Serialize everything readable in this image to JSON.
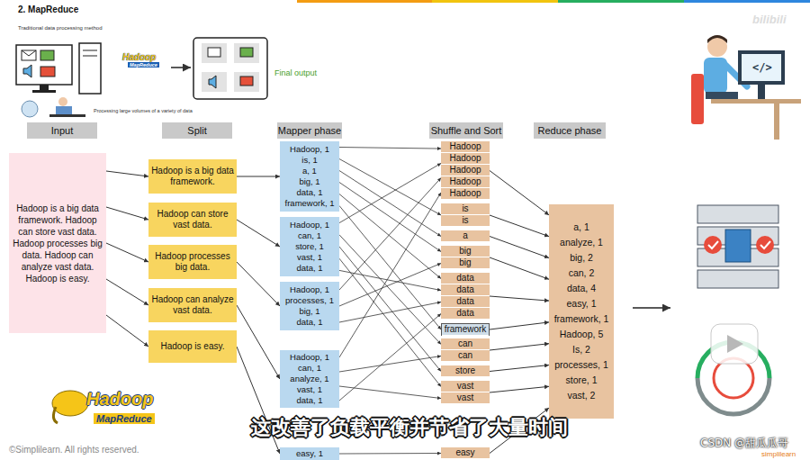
{
  "diagram": {
    "title": "2. MapReduce",
    "caption": "这改善了负载平衡并节省了大量时间",
    "nodes": [
      {
        "text": [
          "Input"
        ]
      },
      {
        "text": [
          "Split"
        ]
      },
      {
        "text": [
          "Mapper phase"
        ]
      },
      {
        "text": [
          "Shuffle and Sort"
        ]
      },
      {
        "text": [
          "Reduce phase"
        ]
      },
      {
        "text": [
          "Hadoop is a big data framework. Hadoop can store vast data. Hadoop processes big data. Hadoop can analyze vast data. Hadoop is easy."
        ]
      },
      {
        "text": [
          "Hadoop is a big data framework."
        ]
      },
      {
        "text": [
          "Hadoop can store vast data."
        ]
      },
      {
        "text": [
          "Hadoop processes big data."
        ]
      },
      {
        "text": [
          "Hadoop can analyze vast data."
        ]
      },
      {
        "text": [
          "Hadoop is easy."
        ]
      },
      {
        "text": [
          "Hadoop, 1",
          "is, 1",
          "a, 1",
          "big, 1",
          "data, 1",
          "framework, 1"
        ]
      },
      {
        "text": [
          "Hadoop, 1",
          "can, 1",
          "store, 1",
          "vast, 1",
          "data, 1"
        ]
      },
      {
        "text": [
          "Hadoop, 1",
          "processes, 1",
          "big, 1",
          "data, 1"
        ]
      },
      {
        "text": [
          "Hadoop, 1",
          "can, 1",
          "analyze, 1",
          "vast, 1",
          "data, 1"
        ]
      },
      {
        "text": [
          "easy, 1"
        ]
      },
      {
        "text": [
          "Hadoop",
          "Hadoop",
          "Hadoop",
          "Hadoop",
          "Hadoop"
        ]
      },
      {
        "text": [
          "is",
          "is"
        ]
      },
      {
        "text": [
          "a"
        ]
      },
      {
        "text": [
          "big",
          "big"
        ]
      },
      {
        "text": [
          "data",
          "data",
          "data",
          "data"
        ]
      },
      {
        "text": [
          "framework"
        ]
      },
      {
        "text": [
          "can",
          "can"
        ]
      },
      {
        "text": [
          "store"
        ]
      },
      {
        "text": [
          "vast",
          "vast"
        ]
      },
      {
        "text": [
          "easy"
        ]
      },
      {
        "text": [
          "a, 1",
          "analyze, 1",
          "big, 2",
          "can, 2",
          "data, 4",
          "easy, 1",
          "framework, 1",
          "Hadoop, 5",
          "Is, 2",
          "processes, 1",
          "store, 1",
          "vast, 2"
        ]
      }
    ],
    "edges": [
      {
        "from": 5,
        "to": 6,
        "arrow": "to"
      },
      {
        "from": 5,
        "to": 7,
        "arrow": "to"
      },
      {
        "from": 5,
        "to": 8,
        "arrow": "to"
      },
      {
        "from": 5,
        "to": 9,
        "arrow": "to"
      },
      {
        "from": 5,
        "to": 10,
        "arrow": "to"
      },
      {
        "from": 6,
        "to": 11,
        "arrow": "to"
      },
      {
        "from": 7,
        "to": 12,
        "arrow": "to"
      },
      {
        "from": 8,
        "to": 13,
        "arrow": "to"
      },
      {
        "from": 9,
        "to": 14,
        "arrow": "to"
      },
      {
        "from": 10,
        "to": 15,
        "arrow": "to"
      },
      {
        "from": 11,
        "to": 16,
        "arrow": "to"
      },
      {
        "from": 11,
        "to": 17,
        "arrow": "to"
      },
      {
        "from": 11,
        "to": 18,
        "arrow": "to"
      },
      {
        "from": 11,
        "to": 19,
        "arrow": "to"
      },
      {
        "from": 11,
        "to": 20,
        "arrow": "to"
      },
      {
        "from": 11,
        "to": 21,
        "arrow": "to"
      },
      {
        "from": 12,
        "to": 16,
        "arrow": "to"
      },
      {
        "from": 12,
        "to": 22,
        "arrow": "to"
      },
      {
        "from": 12,
        "to": 23,
        "arrow": "to"
      },
      {
        "from": 12,
        "to": 24,
        "arrow": "to"
      },
      {
        "from": 12,
        "to": 20,
        "arrow": "to"
      },
      {
        "from": 13,
        "to": 16,
        "arrow": "to"
      },
      {
        "from": 13,
        "to": 19,
        "arrow": "to"
      },
      {
        "from": 13,
        "to": 20,
        "arrow": "to"
      },
      {
        "from": 14,
        "to": 16,
        "arrow": "to"
      },
      {
        "from": 14,
        "to": 22,
        "arrow": "to"
      },
      {
        "from": 14,
        "to": 24,
        "arrow": "to"
      },
      {
        "from": 14,
        "to": 20,
        "arrow": "to"
      },
      {
        "from": 15,
        "to": 25,
        "arrow": "to"
      },
      {
        "from": 16,
        "to": 26,
        "arrow": "to"
      },
      {
        "from": 17,
        "to": 26,
        "arrow": "to"
      },
      {
        "from": 18,
        "to": 26,
        "arrow": "to"
      },
      {
        "from": 19,
        "to": 26,
        "arrow": "to"
      },
      {
        "from": 20,
        "to": 26,
        "arrow": "to"
      },
      {
        "from": 21,
        "to": 26,
        "arrow": "to"
      },
      {
        "from": 22,
        "to": 26,
        "arrow": "to"
      },
      {
        "from": 23,
        "to": 26,
        "arrow": "to"
      },
      {
        "from": 24,
        "to": 26,
        "arrow": "to"
      },
      {
        "from": 25,
        "to": 26,
        "arrow": "to"
      }
    ],
    "labels": [
      "Traditional data processing method",
      "Hadoop",
      "MapReduce",
      "Final output",
      "Processing large volumes of a variety of data",
      "</>",
      "Hadoop",
      "MapReduce",
      "©Simplilearn. All rights reserved.",
      "simplilearn",
      "CSDN @甜瓜瓜哥",
      "bilibili"
    ]
  }
}
